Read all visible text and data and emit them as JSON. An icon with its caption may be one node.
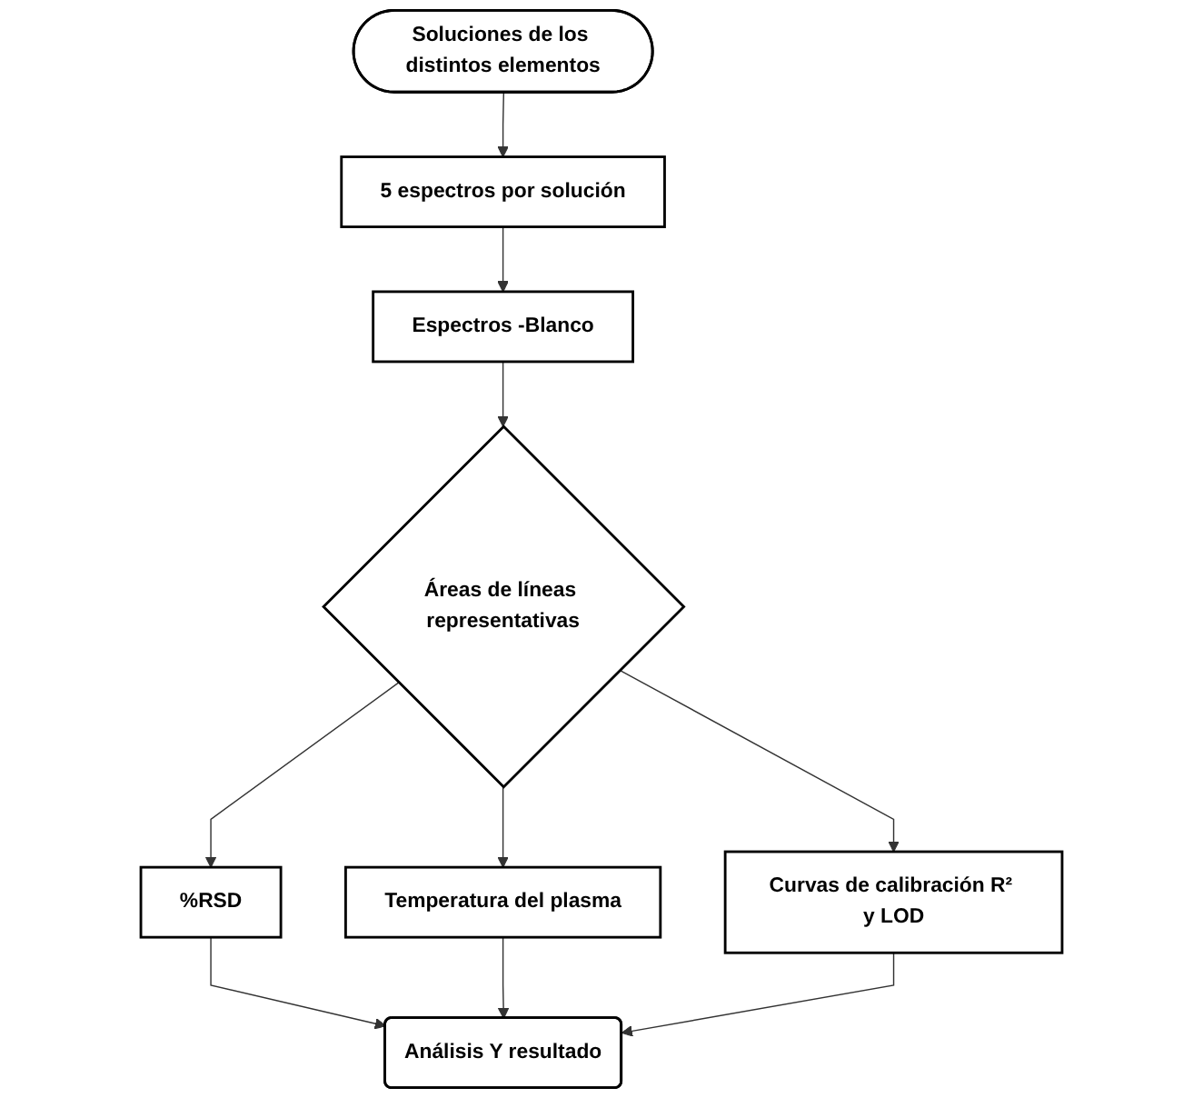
{
  "diagram": {
    "nodes": [
      {
        "text": [
          "Soluciones de los distintos elementos"
        ]
      },
      {
        "text": [
          "5 espectros por solución"
        ]
      },
      {
        "text": [
          "Espectros -Blanco"
        ]
      },
      {
        "text": [
          "Áreas de líneas representativas"
        ]
      },
      {
        "text": [
          "%RSD"
        ]
      },
      {
        "text": [
          "Temperatura del plasma"
        ]
      },
      {
        "text": [
          "Curvas de calibración R² y LOD"
        ]
      },
      {
        "text": [
          "Análisis Y resultado"
        ]
      }
    ],
    "edges": [
      {
        "from": 0,
        "to": 1,
        "arrow": "to"
      },
      {
        "from": 1,
        "to": 2,
        "arrow": "to"
      },
      {
        "from": 2,
        "to": 3,
        "arrow": "to"
      },
      {
        "from": 3,
        "to": 4,
        "arrow": "to"
      },
      {
        "from": 3,
        "to": 5,
        "arrow": "to"
      },
      {
        "from": 3,
        "to": 6,
        "arrow": "to"
      },
      {
        "from": 4,
        "to": 7,
        "arrow": "to"
      },
      {
        "from": 5,
        "to": 7,
        "arrow": "to"
      },
      {
        "from": 6,
        "to": 7,
        "arrow": "to"
      }
    ]
  }
}
